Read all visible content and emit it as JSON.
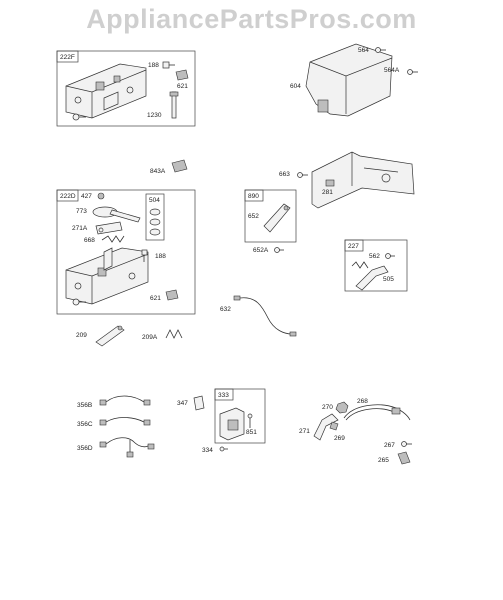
{
  "watermark": "AppliancePartsPros.com",
  "callouts": {
    "c222F": "222F",
    "c188a": "188",
    "c621a": "621",
    "c1230": "1230",
    "c843A": "843A",
    "c222D": "222D",
    "c427": "427",
    "c504": "504",
    "c773": "773",
    "c271A": "271A",
    "c668": "668",
    "c188b": "188",
    "c621b": "621",
    "c209": "209",
    "c209A": "209A",
    "c564": "564",
    "c564A": "564A",
    "c604": "604",
    "c663": "663",
    "c890": "890",
    "c281": "281",
    "c652": "652",
    "c652A": "652A",
    "c227": "227",
    "c562": "562",
    "c505": "505",
    "c632": "632",
    "c356B": "356B",
    "c356C": "356C",
    "c356D": "356D",
    "c347": "347",
    "c333": "333",
    "c851": "851",
    "c334": "334",
    "c270": "270",
    "c268": "268",
    "c271": "271",
    "c269": "269",
    "c267": "267",
    "c265": "265"
  },
  "icons": {
    "screw": "screw-icon",
    "spring": "spring-icon",
    "bracket": "bracket-icon",
    "cable": "cable-icon"
  }
}
